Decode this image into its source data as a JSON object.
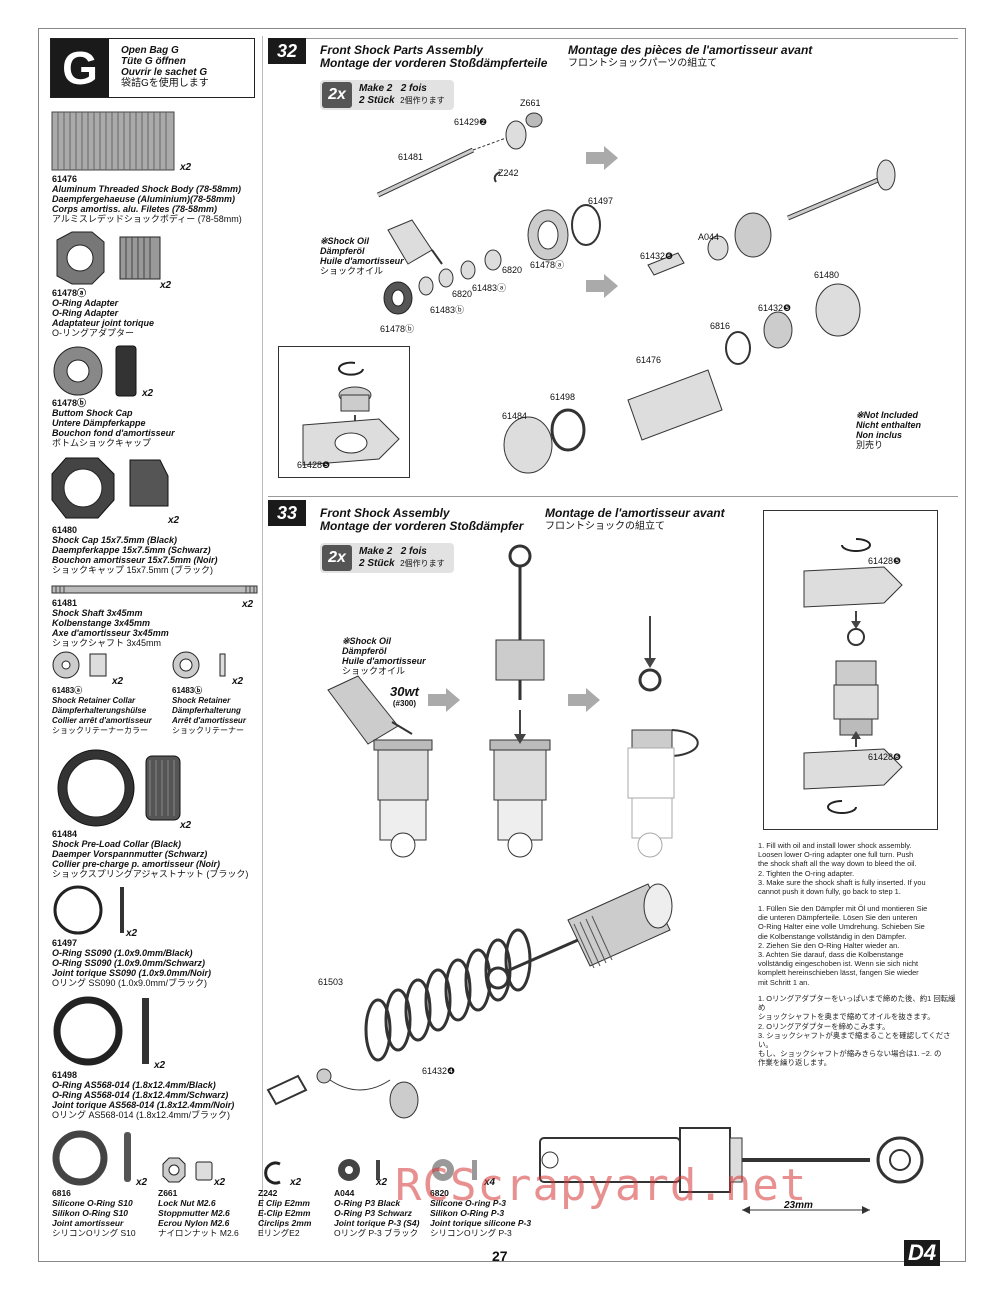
{
  "header": {
    "letter": "G",
    "lines": [
      "Open Bag G",
      "Tüte G öffnen",
      "Ouvrir le sachet G",
      "袋詰Gを使用します"
    ]
  },
  "parts": [
    {
      "number": "61476",
      "qty": "x2",
      "lines": [
        "Aluminum Threaded Shock Body (78-58mm)",
        "Daempfergehaeuse (Aluminium)(78-58mm)",
        "Corps amortiss. alu. Filetes (78-58mm)",
        "アルミスレデッドショックボディー (78-58mm)"
      ]
    },
    {
      "number": "61478ⓐ",
      "qty": "x2",
      "lines": [
        "O-Ring Adapter",
        "O-Ring Adapter",
        "Adaptateur joint torique",
        "O-リングアダプター"
      ]
    },
    {
      "number": "61478ⓑ",
      "qty": "x2",
      "lines": [
        "Buttom Shock Cap",
        "Untere Dämpferkappe",
        "Bouchon fond d'amortisseur",
        "ボトムショックキャップ"
      ]
    },
    {
      "number": "61480",
      "qty": "x2",
      "lines": [
        "Shock Cap 15x7.5mm (Black)",
        "Daempferkappe 15x7.5mm (Schwarz)",
        "Bouchon amortisseur 15x7.5mm (Noir)",
        "ショックキャップ 15x7.5mm (ブラック)"
      ]
    },
    {
      "number": "61481",
      "qty": "x2",
      "lines": [
        "Shock Shaft 3x45mm",
        "Kolbenstange 3x45mm",
        "Axe d'amortisseur 3x45mm",
        "ショックシャフト 3x45mm"
      ]
    },
    {
      "number": "61483ⓐ",
      "qty": "x2",
      "lines": [
        "Shock Retainer Collar",
        "Dämpferhalterungshülse",
        "Collier arrêt d'amortisseur",
        "ショックリテーナーカラー"
      ]
    },
    {
      "number": "61483ⓑ",
      "qty": "x2",
      "lines": [
        "Shock Retainer",
        "Dämpferhalterung",
        "Arrêt d'amortisseur",
        "ショックリテーナー"
      ]
    },
    {
      "number": "61484",
      "qty": "x2",
      "lines": [
        "Shock Pre-Load Collar (Black)",
        "Daemper Vorspannmutter (Schwarz)",
        "Collier pre-charge p. amortisseur (Noir)",
        "ショックスプリングアジャストナット (ブラック)"
      ]
    },
    {
      "number": "61497",
      "qty": "x2",
      "lines": [
        "O-Ring SS090 (1.0x9.0mm/Black)",
        "O-Ring SS090 (1.0x9.0mm/Schwarz)",
        "Joint torique SS090 (1.0x9.0mm/Noir)",
        "Oリング SS090 (1.0x9.0mm/ブラック)"
      ]
    },
    {
      "number": "61498",
      "qty": "x2",
      "lines": [
        "O-Ring AS568-014 (1.8x12.4mm/Black)",
        "O-Ring AS568-014 (1.8x12.4mm/Schwarz)",
        "Joint torique AS568-014 (1.8x12.4mm/Noir)",
        "Oリング AS568-014 (1.8x12.4mm/ブラック)"
      ]
    },
    {
      "number": "6816",
      "qty": "x2",
      "lines": [
        "Silicone O-Ring S10",
        "Silikon O-Ring S10",
        "Joint amortisseur",
        "シリコンOリング S10"
      ]
    },
    {
      "number": "Z661",
      "qty": "x2",
      "lines": [
        "Lock Nut M2.6",
        "Stoppmutter M2.6",
        "Ecrou Nylon M2.6",
        "ナイロンナット M2.6"
      ]
    },
    {
      "number": "Z242",
      "qty": "x2",
      "lines": [
        "E Clip E2mm",
        "E-Clip E2mm",
        "Circlips 2mm",
        "EリングE2"
      ]
    },
    {
      "number": "A044",
      "qty": "x2",
      "lines": [
        "O-Ring P3 Black",
        "O-Ring P3 Schwarz",
        "Joint torique P-3 (S4)",
        "Oリング P-3 ブラック"
      ]
    },
    {
      "number": "6820",
      "qty": "x4",
      "lines": [
        "Silicone O-ring P-3",
        "Silikon O-Ring P-3",
        "Joint torique silicone P-3",
        "シリコンOリング P-3"
      ]
    }
  ],
  "step32": {
    "number": "32",
    "title_en": "Front Shock Parts Assembly",
    "title_de": "Montage der vorderen Stoßdämpferteile",
    "title_fr": "Montage des pièces de l'amortisseur avant",
    "title_jp": "フロントショックパーツの組立て",
    "make": {
      "mult": "2x",
      "en": "Make 2",
      "fr": "2 fois",
      "de": "2 Stück",
      "jp": "2個作ります"
    },
    "oil_note": [
      "※Shock Oil",
      "Dämpferöl",
      "Huile d'amortisseur",
      "ショックオイル"
    ],
    "not_included": [
      "※Not Included",
      "Nicht enthalten",
      "Non inclus",
      "別売り"
    ],
    "callouts": [
      "Z661",
      "61429❷",
      "61481",
      "Z242",
      "61497",
      "6820",
      "61478ⓐ",
      "61483ⓐ",
      "6820",
      "61483ⓑ",
      "61478ⓑ",
      "A044",
      "61432❻",
      "61480",
      "61432❺",
      "6816",
      "61476",
      "61498",
      "61484",
      "61428❺"
    ]
  },
  "step33": {
    "number": "33",
    "title_en": "Front Shock Assembly",
    "title_de": "Montage der vorderen Stoßdämpfer",
    "title_fr": "Montage de l'amortisseur avant",
    "title_jp": "フロントショックの組立て",
    "make": {
      "mult": "2x",
      "en": "Make 2",
      "fr": "2 fois",
      "de": "2 Stück",
      "jp": "2個作ります"
    },
    "oil_note": [
      "※Shock Oil",
      "Dämpferöl",
      "Huile d'amortisseur",
      "ショックオイル"
    ],
    "oil_weight": "30wt",
    "oil_code": "(#300)",
    "callouts": [
      "61428❺",
      "61428❻",
      "61503",
      "61432❹"
    ],
    "dimension": "23mm",
    "instructions_en": [
      "1. Fill with oil and install lower shock assembly.",
      "Loosen lower O-ring adapter one full turn. Push",
      "the shock shaft all the way down to bleed the oil.",
      "2. Tighten the O-ring adapter.",
      "3. Make sure the shock shaft is fully inserted.  If you",
      "cannot push it down fully, go back to step 1."
    ],
    "instructions_de": [
      "1. Füllen Sie den Dämpfer mit Öl und montieren Sie",
      "die unteren Dämpferteile. Lösen Sie den unteren",
      "O-Ring Halter eine volle Umdrehung. Schieben Sie",
      "die Kolbenstange vollständig in den Dämpfer.",
      "2. Ziehen Sie den O-Ring Halter wieder an.",
      "3. Achten Sie darauf, dass die Kolbenstange",
      "vollständig eingeschoben ist. Wenn sie sich nicht",
      "komplett hereinschieben lässt, fangen Sie wieder",
      "mit Schritt 1 an."
    ],
    "instructions_jp": [
      "1. Oリングアダプターをいっぱいまで締めた後、約1 回転緩め",
      "ショックシャフトを奥まで縮めてオイルを抜きます。",
      "2. Oリングアダプターを締めこみます。",
      "3. ショックシャフトが奥まで縮まることを確認してください。",
      "もし、ショックシャフトが縮みきらない場合は1. ~2. の",
      "作業を繰り返します。"
    ]
  },
  "footer": {
    "page_number": "27",
    "logo": "D4",
    "watermark": "RCScrapyard.net"
  }
}
